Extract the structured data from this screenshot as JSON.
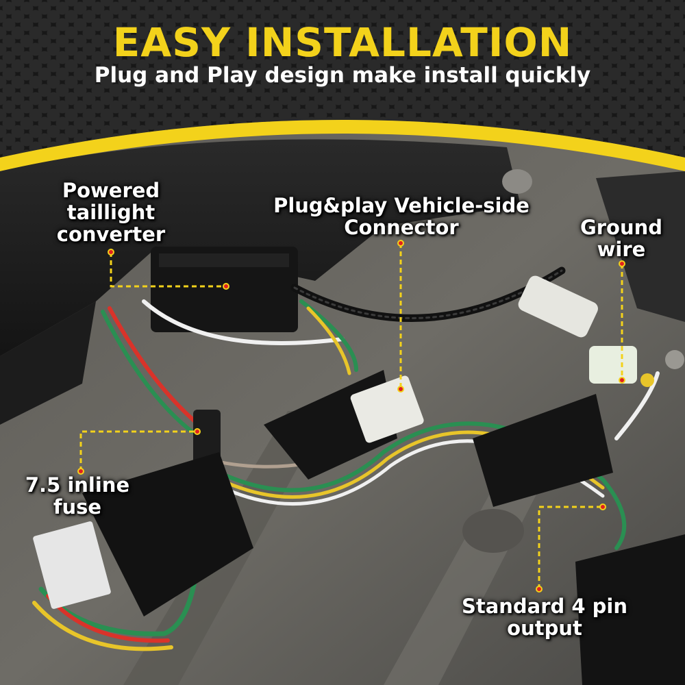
{
  "header": {
    "title": "EASY INSTALLATION",
    "subtitle": "Plug and Play design make install quickly"
  },
  "callouts": {
    "powered_converter": "Powered\ntaillight\nconverter",
    "vehicle_connector": "Plug&play Vehicle-side\nConnector",
    "ground_wire": "Ground\nwire",
    "inline_fuse": "7.5 inline\nfuse",
    "four_pin_output": "Standard 4 pin\noutput"
  },
  "colors": {
    "accent_yellow": "#f3d21b",
    "leader_line": "#f3d21b",
    "marker_red": "#e02020"
  }
}
